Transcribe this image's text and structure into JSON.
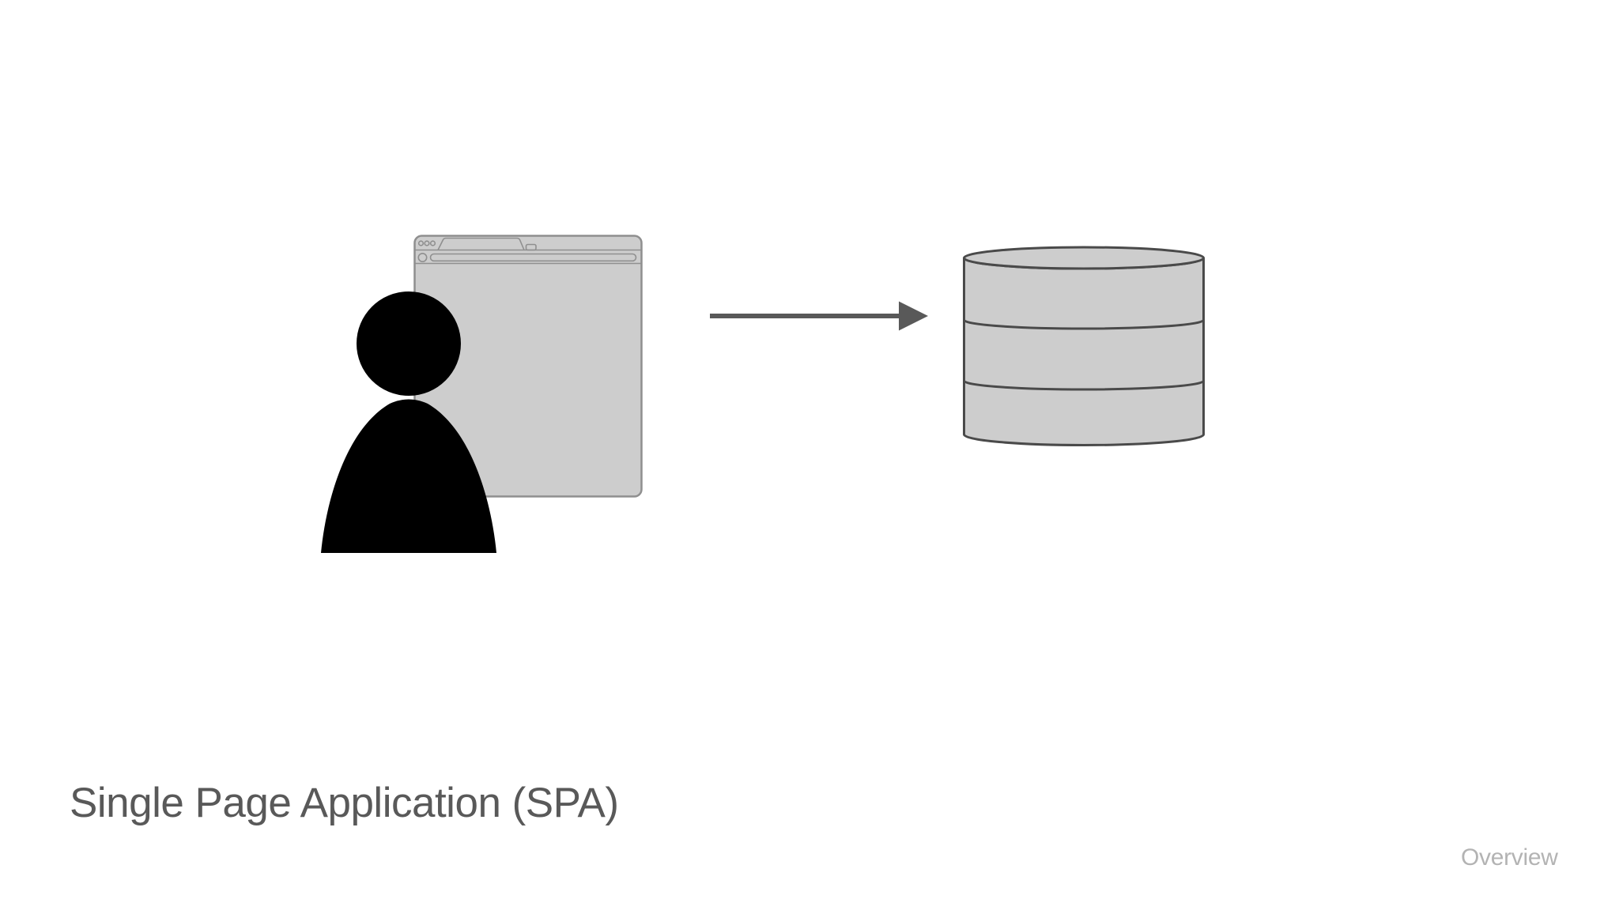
{
  "slide": {
    "title": "Single Page Application (SPA)",
    "watermark": "Overview"
  },
  "diagram": {
    "client_node": {
      "icons": [
        {
          "name": "browser-window-icon"
        },
        {
          "name": "person-silhouette-icon"
        }
      ]
    },
    "server_node": {
      "icons": [
        {
          "name": "database-cylinder-icon"
        }
      ]
    },
    "connector": {
      "type": "arrow-right",
      "style": "solid",
      "direction": "client-to-server"
    }
  },
  "colors": {
    "background": "#ffffff",
    "shape_fill": "#cdcdcd",
    "chrome_stroke": "#8f8f8f",
    "db_stroke": "#4a4a4a",
    "arrow_color": "#595959",
    "person_fill": "#000000",
    "title_color": "#595959",
    "watermark_color": "#b3b3b3"
  }
}
